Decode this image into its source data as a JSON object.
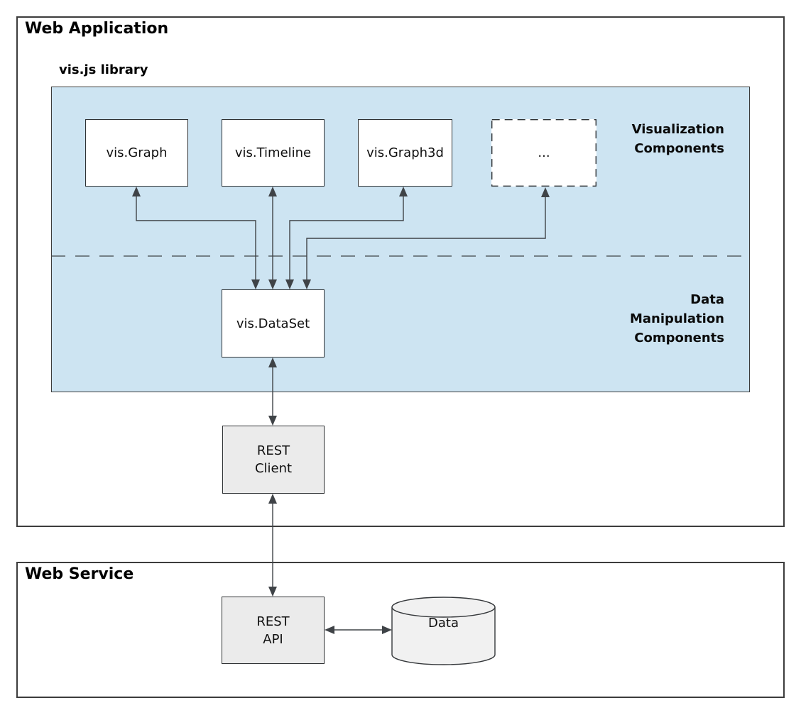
{
  "web_application": {
    "title": "Web Application",
    "vis_library": {
      "title": "vis.js library",
      "boxes": {
        "graph": "vis.Graph",
        "timeline": "vis.Timeline",
        "graph3d": "vis.Graph3d",
        "more": "...",
        "dataset": "vis.DataSet"
      },
      "section_labels": {
        "visualization": "Visualization\nComponents",
        "data_manipulation": "Data\nManipulation\nComponents"
      }
    },
    "rest_client": "REST\nClient"
  },
  "web_service": {
    "title": "Web Service",
    "rest_api": "REST\nAPI",
    "database": "Data"
  },
  "colors": {
    "library_fill": "#cde4f2",
    "component_fill": "#ffffff",
    "service_fill": "#ebebeb",
    "database_fill": "#f1f1f1",
    "line_color": "#3f4347",
    "panel_border": "#3c3c3c"
  }
}
